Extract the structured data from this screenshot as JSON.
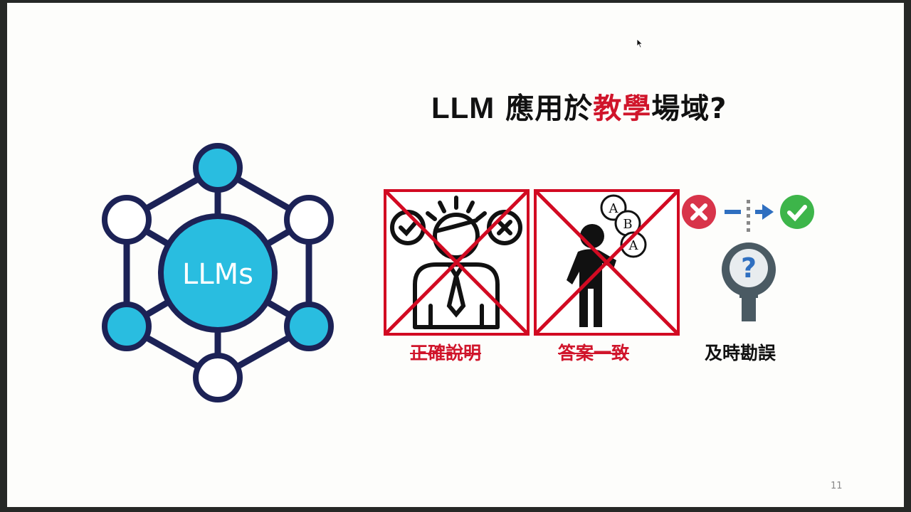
{
  "slide": {
    "title": {
      "prefix": "LLM",
      "part1": " 應用於",
      "highlight": "教學",
      "part2": "場域?"
    },
    "network": {
      "center_label": "LLMs",
      "node_colors": {
        "filled": "#29bde0",
        "empty": "#ffffff",
        "stroke": "#1c2256"
      }
    },
    "panels": [
      {
        "label": "正確說明",
        "struck": true,
        "icon": "person-idea-check-cross-icon"
      },
      {
        "label": "答案一致",
        "struck": true,
        "icon": "person-abc-bubbles-icon",
        "bubbles": [
          "A",
          "B",
          "A"
        ]
      },
      {
        "label": "及時勘誤",
        "struck": false,
        "icon": "error-to-correct-magnifier-icon"
      }
    ],
    "page_number": "11",
    "colors": {
      "accent_red": "#d0152b",
      "cross_red": "#d20a22",
      "error_red": "#d8344a",
      "ok_green": "#3db54a",
      "arrow_blue": "#2f6fc0",
      "magnifier_gray": "#4a5a63"
    }
  }
}
